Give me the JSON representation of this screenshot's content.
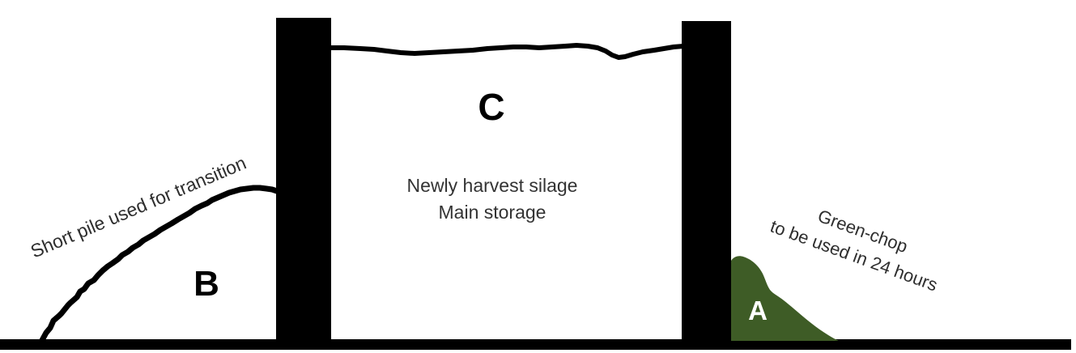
{
  "labels": {
    "pile_a": "A",
    "pile_b": "B",
    "pile_c": "C",
    "left_caption": "Short pile used for transition",
    "center_caption_line1": "Newly harvest silage",
    "center_caption_line2": "Main storage",
    "right_caption_line1": "Green-chop",
    "right_caption_line2": "to be used in 24 hours"
  },
  "colors": {
    "structure_black": "#000000",
    "green_pile": "#3e5c26",
    "caption_text": "#2e2e2e",
    "pile_a_label": "#ffffff"
  }
}
